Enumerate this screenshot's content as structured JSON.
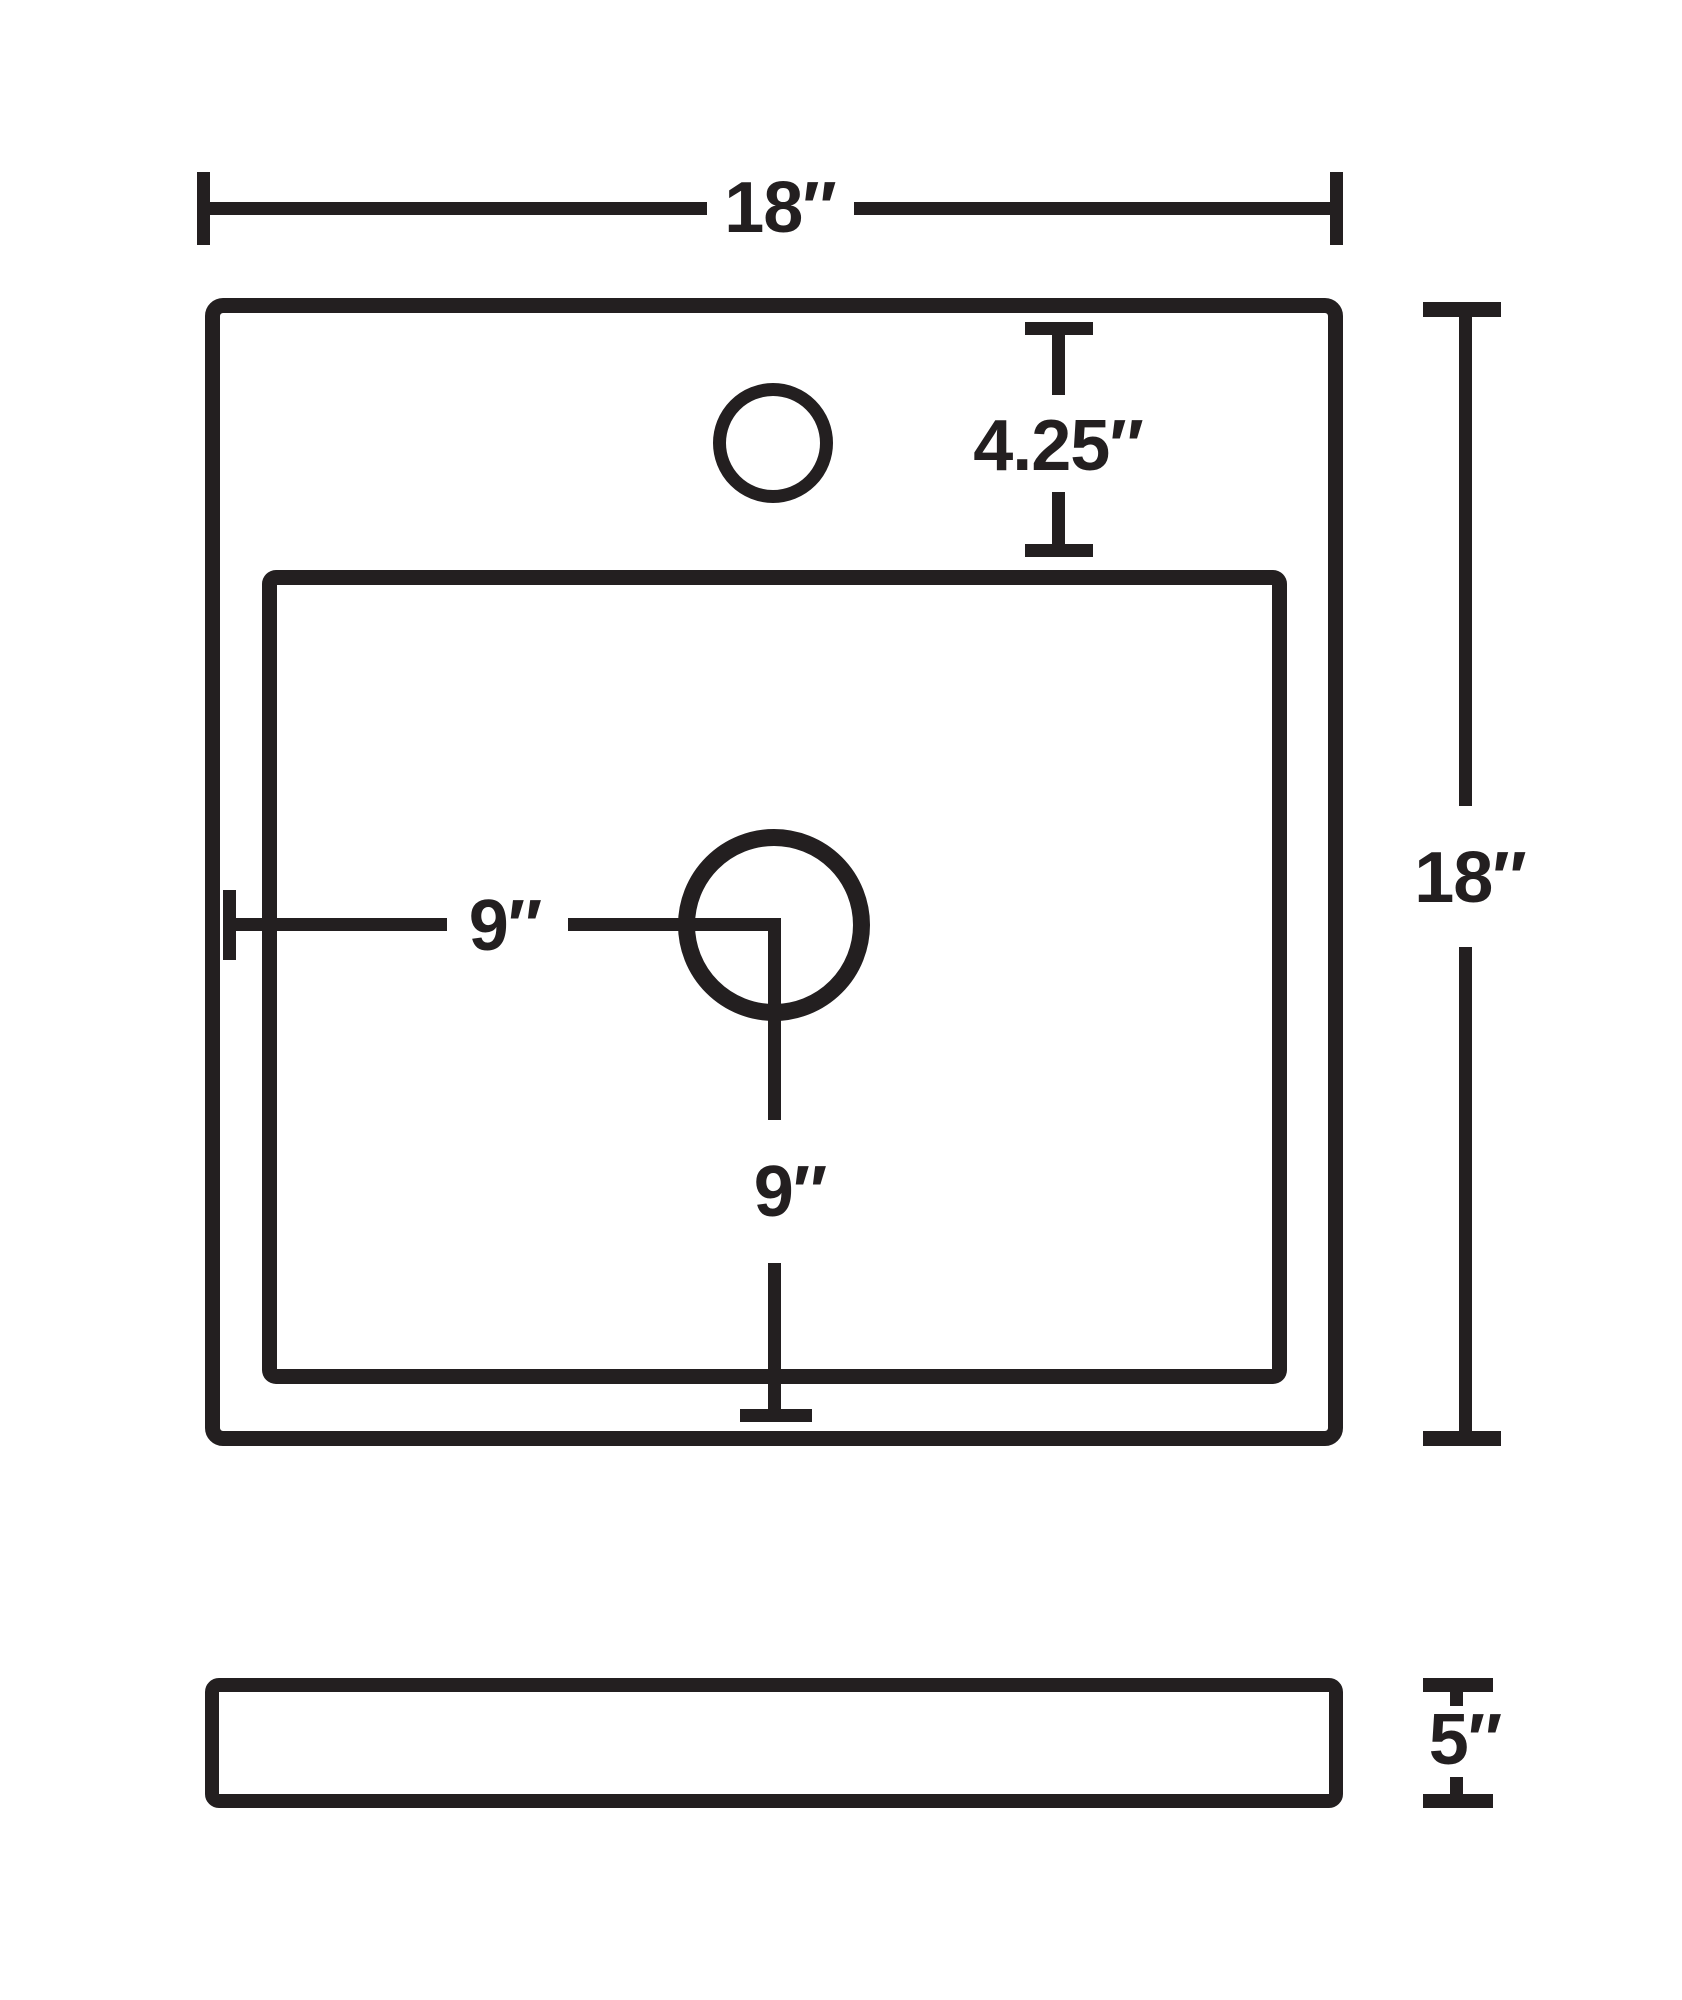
{
  "diagram": {
    "type": "product-dimension-drawing",
    "subject": "square vessel sink with single faucet hole and center drain, top view and side view",
    "ink_color": "#231f20",
    "background_color": "#ffffff",
    "views": {
      "top_view": "sink seen from above with outer rim, inner basin, faucet hole and drain hole",
      "side_view": "thin profile slab"
    },
    "dimensions": {
      "top_width": {
        "label": "18″",
        "value_inches": 18
      },
      "right_height": {
        "label": "18″",
        "value_inches": 18
      },
      "faucet_offset": {
        "label": "4.25″",
        "value_inches": 4.25
      },
      "drain_from_left": {
        "label": "9″",
        "value_inches": 9
      },
      "drain_from_bottom": {
        "label": "9″",
        "value_inches": 9
      },
      "side_height": {
        "label": "5″",
        "value_inches": 5
      }
    }
  }
}
